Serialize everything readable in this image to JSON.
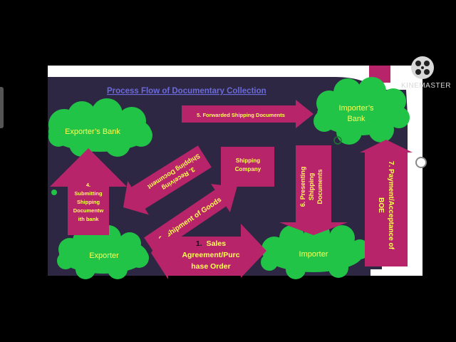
{
  "slide": {
    "title": "Process Flow of Documentary Collection",
    "nodes": {
      "exporters_bank": "Exporter’s Bank",
      "importers_bank_l1": "Importer’s",
      "importers_bank_l2": "Bank",
      "shipping_company_l1": "Shipping",
      "shipping_company_l2": "Company",
      "exporter": "Exporter",
      "importer": "Importer"
    },
    "steps": {
      "s1_num": "1.",
      "s1_l1": "Sales",
      "s1_l2": "Agreement/Purc",
      "s1_l3": "hase Order",
      "s2": "2. Shipment of Goods",
      "s3_l1": "3. Receiving",
      "s3_l2": "Shipping Document",
      "s4_l1": "4.",
      "s4_l2": "Submitting",
      "s4_l3": "Shipping",
      "s4_l4": "Documentw",
      "s4_l5": "ith bank",
      "s5": "5. Forwarded Shipping Documents",
      "s6_l1": "6. Presenting",
      "s6_l2": "Shipping",
      "s6_l3": "Documents",
      "s7_l1": "7. Payment/Acceptance of",
      "s7_l2": "BOE"
    }
  },
  "overlay": {
    "watermark": "KINEMASTER"
  },
  "colors": {
    "slide_bg": "#2e2744",
    "cloud": "#22c447",
    "arrow": "#b8246a",
    "title": "#6a6ad8",
    "arrow_text": "#ffff55",
    "cloud_text": "#ffff55"
  }
}
